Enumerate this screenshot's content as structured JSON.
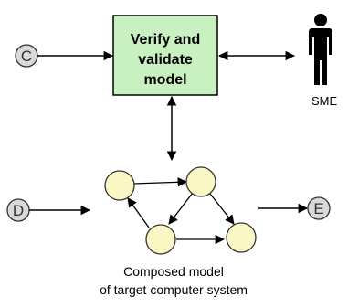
{
  "verify_box": {
    "line1": "Verify and",
    "line2": "validate",
    "line3": "model"
  },
  "connectors": {
    "c": "C",
    "d": "D",
    "e": "E"
  },
  "sme": {
    "label": "SME",
    "icon": "person-icon"
  },
  "caption": {
    "line1": "Composed model",
    "line2": "of target computer system"
  },
  "colors": {
    "box_fill": "#c8f0c0",
    "box_border": "#000000",
    "node_fill": "#fbf7c4",
    "connector_fill": "#d9d9d9"
  }
}
